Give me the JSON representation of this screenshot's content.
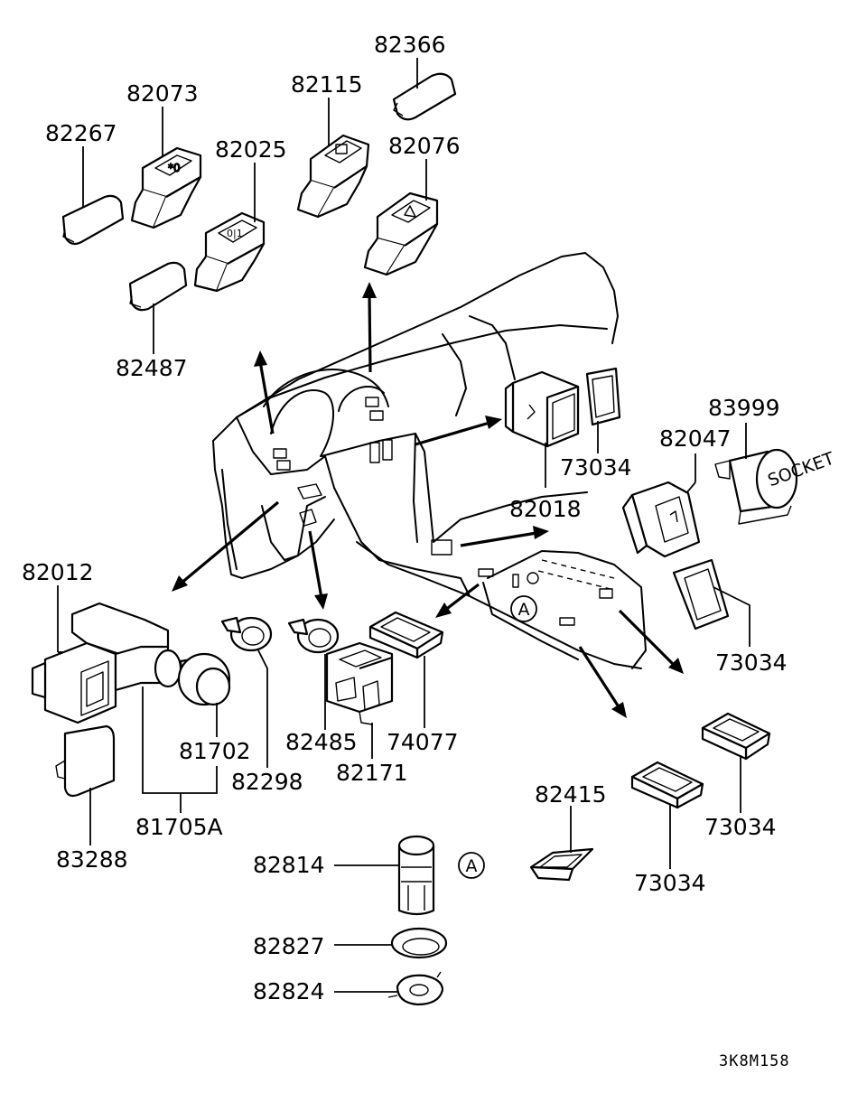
{
  "diagram_code": "3K8M158",
  "callout_reference": "A",
  "parts": [
    {
      "id": "p82366",
      "number": "82366"
    },
    {
      "id": "p82073",
      "number": "82073"
    },
    {
      "id": "p82115",
      "number": "82115"
    },
    {
      "id": "p82267",
      "number": "82267"
    },
    {
      "id": "p82025",
      "number": "82025"
    },
    {
      "id": "p82076",
      "number": "82076"
    },
    {
      "id": "p82487",
      "number": "82487"
    },
    {
      "id": "p83999",
      "number": "83999"
    },
    {
      "id": "p82047",
      "number": "82047"
    },
    {
      "id": "p73034a",
      "number": "73034"
    },
    {
      "id": "p82018",
      "number": "82018"
    },
    {
      "id": "p82012",
      "number": "82012"
    },
    {
      "id": "p73034b",
      "number": "73034"
    },
    {
      "id": "p81702",
      "number": "81702"
    },
    {
      "id": "p82485",
      "number": "82485"
    },
    {
      "id": "p74077",
      "number": "74077"
    },
    {
      "id": "p82298",
      "number": "82298"
    },
    {
      "id": "p82171",
      "number": "82171"
    },
    {
      "id": "p82415",
      "number": "82415"
    },
    {
      "id": "p81705A",
      "number": "81705A"
    },
    {
      "id": "p73034c",
      "number": "73034"
    },
    {
      "id": "p83288",
      "number": "83288"
    },
    {
      "id": "p82814",
      "number": "82814"
    },
    {
      "id": "p73034d",
      "number": "73034"
    },
    {
      "id": "p82827",
      "number": "82827"
    },
    {
      "id": "p82824",
      "number": "82824"
    }
  ],
  "socket_label": "SOCKET"
}
